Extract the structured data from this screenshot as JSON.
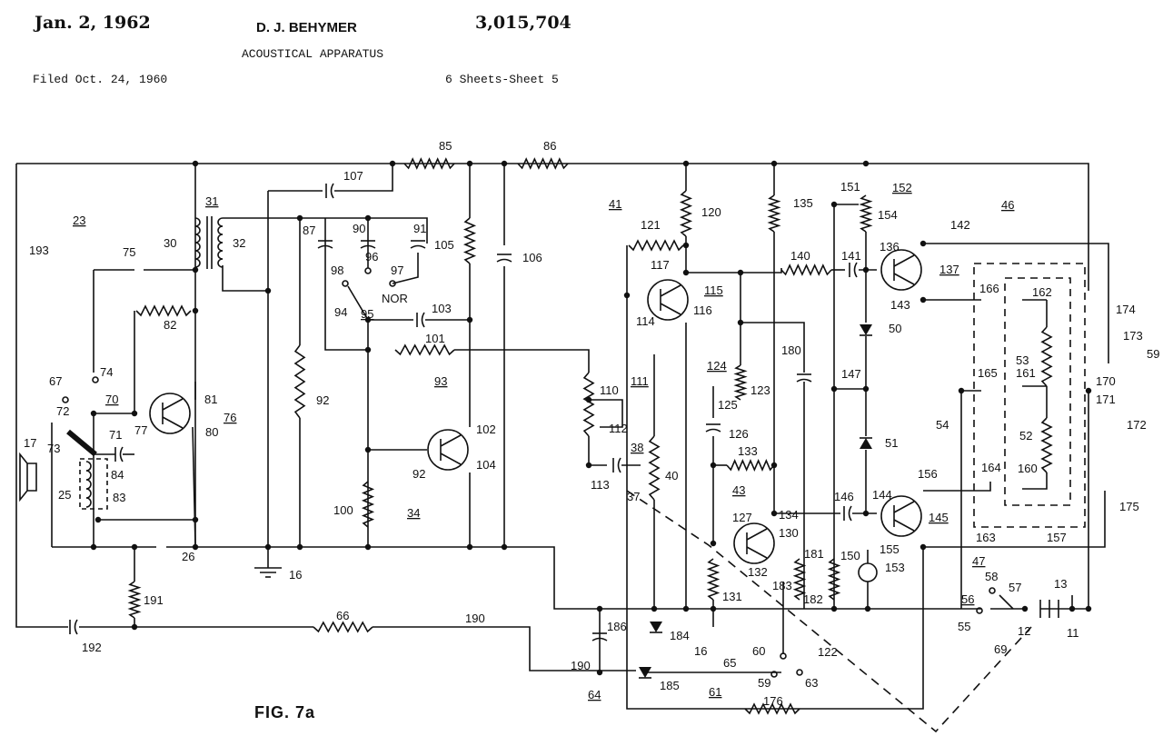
{
  "header": {
    "date": "Jan. 2, 1962",
    "inventor": "D. J. BEHYMER",
    "patent_number": "3,015,704",
    "title": "ACOUSTICAL APPARATUS",
    "filed": "Filed Oct. 24, 1960",
    "sheets": "6 Sheets-Sheet 5"
  },
  "figure_label": "FIG. 7a",
  "reference_labels": [
    "85",
    "86",
    "107",
    "31",
    "23",
    "30",
    "32",
    "193",
    "75",
    "87",
    "90",
    "91",
    "96",
    "97",
    "98",
    "NOR",
    "94",
    "95",
    "103",
    "105",
    "106",
    "82",
    "92",
    "101",
    "93",
    "74",
    "67",
    "72",
    "70",
    "81",
    "76",
    "77",
    "80",
    "73",
    "71",
    "84",
    "17",
    "25",
    "83",
    "102",
    "92",
    "104",
    "100",
    "34",
    "26",
    "16",
    "191",
    "66",
    "190",
    "192",
    "41",
    "121",
    "120",
    "117",
    "115",
    "114",
    "116",
    "135",
    "151",
    "152",
    "154",
    "46",
    "140",
    "141",
    "136",
    "142",
    "137",
    "143",
    "166",
    "162",
    "50",
    "180",
    "124",
    "123",
    "125",
    "126",
    "147",
    "53",
    "161",
    "165",
    "174",
    "173",
    "59",
    "170",
    "171",
    "172",
    "110",
    "111",
    "112",
    "38",
    "113",
    "37",
    "40",
    "133",
    "51",
    "52",
    "54",
    "164",
    "160",
    "43",
    "127",
    "134",
    "130",
    "132",
    "146",
    "144",
    "156",
    "145",
    "175",
    "155",
    "163",
    "157",
    "181",
    "150",
    "153",
    "183",
    "131",
    "182",
    "47",
    "58",
    "57",
    "13",
    "56",
    "55",
    "12",
    "69",
    "11",
    "186",
    "184",
    "16",
    "60",
    "122",
    "65",
    "190",
    "185",
    "59",
    "63",
    "64",
    "61",
    "176"
  ]
}
